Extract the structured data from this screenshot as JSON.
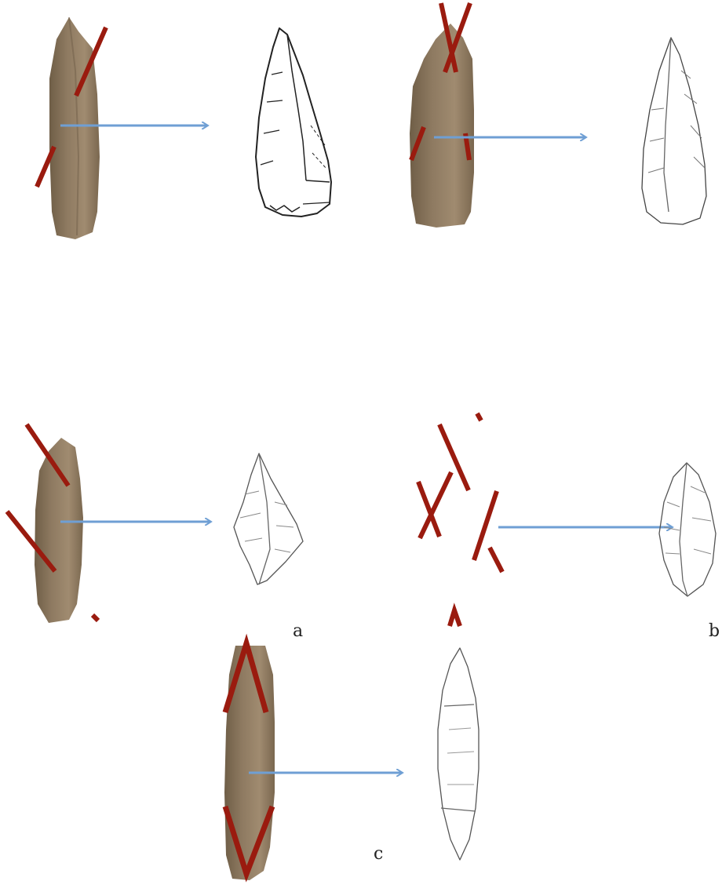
{
  "labels": {
    "a": "a",
    "b": "b",
    "c": "c"
  },
  "colors": {
    "blade": "#8e7a61",
    "blade_shadow": "#6f5e47",
    "blade_highlight": "#a9957a",
    "cut_line": "#9a1b0f",
    "arrow": "#6f9fd4",
    "drawing": "#333333",
    "drawing_light": "#777777"
  },
  "icons": {
    "blade": "stone-blade-photo",
    "arrow": "right-arrow",
    "drawing": "lithic-tool-drawing"
  }
}
